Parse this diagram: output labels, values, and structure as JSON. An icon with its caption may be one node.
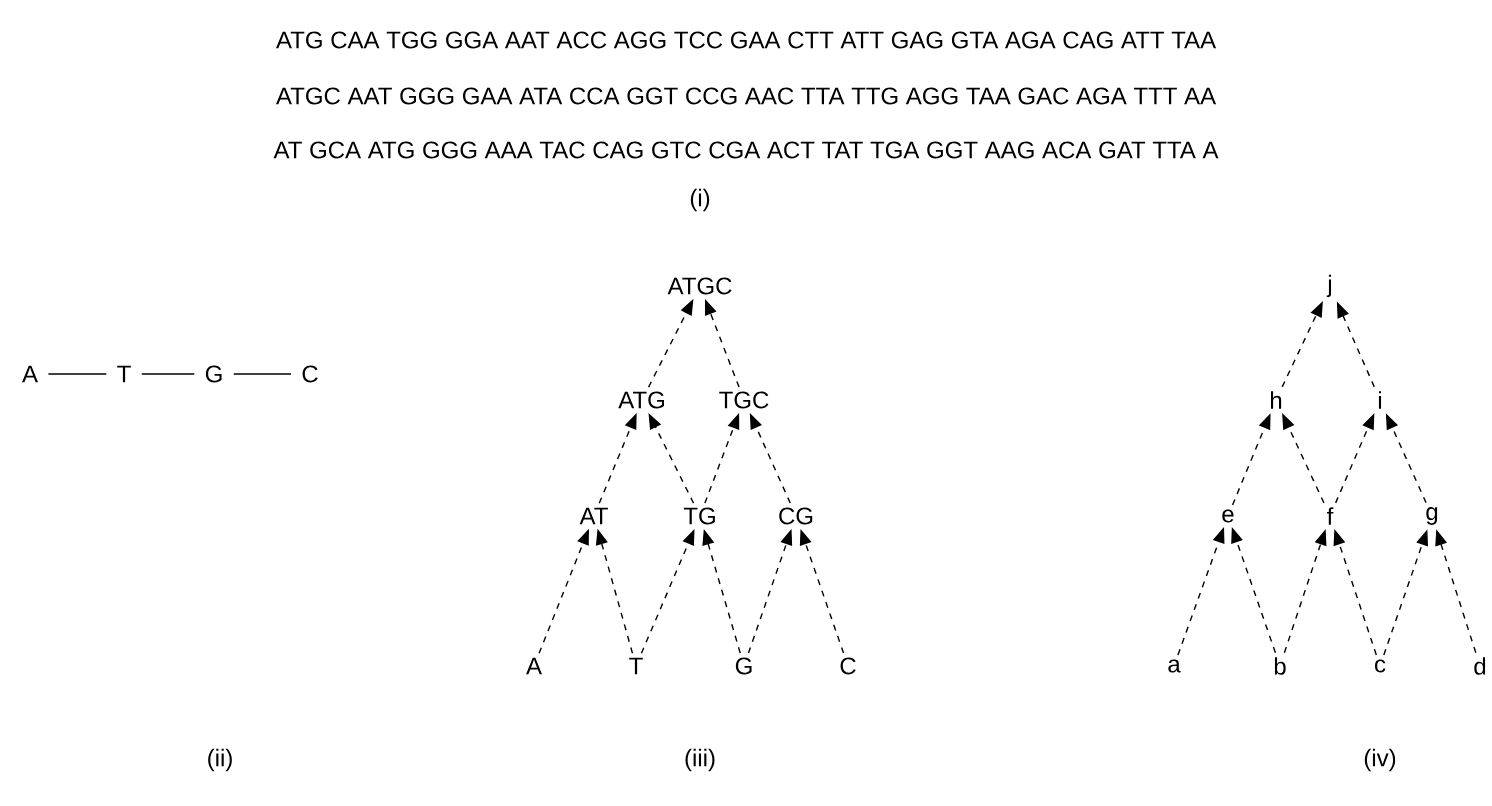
{
  "diagram": {
    "nodes": [
      {
        "text": [
          "A"
        ]
      },
      {
        "text": [
          "T"
        ]
      },
      {
        "text": [
          "G"
        ]
      },
      {
        "text": [
          "C"
        ]
      },
      {
        "text": [
          "ATGC"
        ]
      },
      {
        "text": [
          "ATG"
        ]
      },
      {
        "text": [
          "TGC"
        ]
      },
      {
        "text": [
          "AT"
        ]
      },
      {
        "text": [
          "TG"
        ]
      },
      {
        "text": [
          "CG"
        ]
      },
      {
        "text": [
          "A"
        ]
      },
      {
        "text": [
          "T"
        ]
      },
      {
        "text": [
          "G"
        ]
      },
      {
        "text": [
          "C"
        ]
      },
      {
        "text": [
          "j"
        ]
      },
      {
        "text": [
          "h"
        ]
      },
      {
        "text": [
          "i"
        ]
      },
      {
        "text": [
          "e"
        ]
      },
      {
        "text": [
          "f"
        ]
      },
      {
        "text": [
          "g"
        ]
      },
      {
        "text": [
          "a"
        ]
      },
      {
        "text": [
          "b"
        ]
      },
      {
        "text": [
          "c"
        ]
      },
      {
        "text": [
          "d"
        ]
      }
    ],
    "edges": [
      {
        "from": 0,
        "to": 1,
        "arrow": "none"
      },
      {
        "from": 1,
        "to": 2,
        "arrow": "none"
      },
      {
        "from": 2,
        "to": 3,
        "arrow": "none"
      },
      {
        "from": 5,
        "to": 4,
        "arrow": "to",
        "style": "dashed"
      },
      {
        "from": 6,
        "to": 4,
        "arrow": "to",
        "style": "dashed"
      },
      {
        "from": 7,
        "to": 5,
        "arrow": "to",
        "style": "dashed"
      },
      {
        "from": 8,
        "to": 5,
        "arrow": "to",
        "style": "dashed"
      },
      {
        "from": 8,
        "to": 6,
        "arrow": "to",
        "style": "dashed"
      },
      {
        "from": 9,
        "to": 6,
        "arrow": "to",
        "style": "dashed"
      },
      {
        "from": 10,
        "to": 7,
        "arrow": "to",
        "style": "dashed"
      },
      {
        "from": 11,
        "to": 7,
        "arrow": "to",
        "style": "dashed"
      },
      {
        "from": 11,
        "to": 8,
        "arrow": "to",
        "style": "dashed"
      },
      {
        "from": 12,
        "to": 8,
        "arrow": "to",
        "style": "dashed"
      },
      {
        "from": 12,
        "to": 9,
        "arrow": "to",
        "style": "dashed"
      },
      {
        "from": 13,
        "to": 9,
        "arrow": "to",
        "style": "dashed"
      },
      {
        "from": 15,
        "to": 14,
        "arrow": "to",
        "style": "dashed"
      },
      {
        "from": 16,
        "to": 14,
        "arrow": "to",
        "style": "dashed"
      },
      {
        "from": 17,
        "to": 15,
        "arrow": "to",
        "style": "dashed"
      },
      {
        "from": 18,
        "to": 15,
        "arrow": "to",
        "style": "dashed"
      },
      {
        "from": 18,
        "to": 16,
        "arrow": "to",
        "style": "dashed"
      },
      {
        "from": 19,
        "to": 16,
        "arrow": "to",
        "style": "dashed"
      },
      {
        "from": 20,
        "to": 17,
        "arrow": "to",
        "style": "dashed"
      },
      {
        "from": 21,
        "to": 17,
        "arrow": "to",
        "style": "dashed"
      },
      {
        "from": 21,
        "to": 18,
        "arrow": "to",
        "style": "dashed"
      },
      {
        "from": 22,
        "to": 18,
        "arrow": "to",
        "style": "dashed"
      },
      {
        "from": 22,
        "to": 19,
        "arrow": "to",
        "style": "dashed"
      },
      {
        "from": 23,
        "to": 19,
        "arrow": "to",
        "style": "dashed"
      }
    ],
    "labels": [
      "ATG  CAA  TGG  GGA  AAT  ACC  AGG  TCC  GAA  CTT  ATT  GAG  GTA  AGA  CAG  ATT  TAA",
      "ATGC  AAT  GGG  GAA  ATA  CCA  GGT  CCG  AAC  TTA  TTG  AGG  TAA  GAC  AGA  TTT  AA",
      "AT  GCA  ATG  GGG  AAA  TAC  CAG  GTC  CGA  ACT  TAT  TGA  GGT  AAG  ACA  GAT  TTA  A",
      "(i)",
      "(ii)",
      "(iii)",
      "(iv)"
    ]
  }
}
